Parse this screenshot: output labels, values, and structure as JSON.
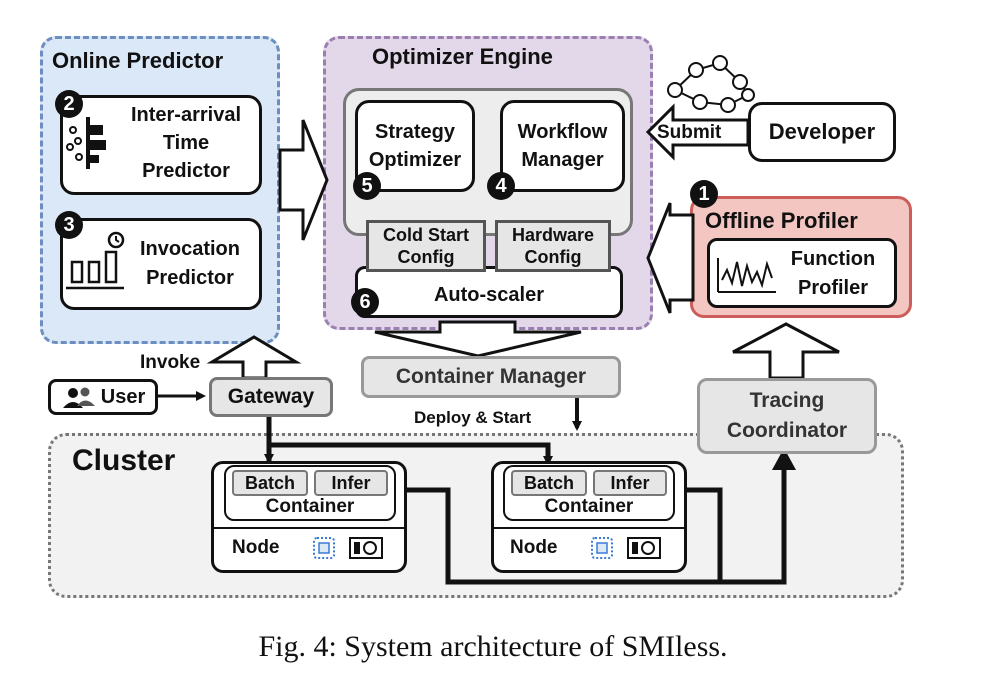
{
  "online_predictor": {
    "title": "Online Predictor",
    "inter_arrival": {
      "line1": "Inter-arrival",
      "line2": "Time",
      "line3": "Predictor"
    },
    "invocation": {
      "line1": "Invocation",
      "line2": "Predictor"
    }
  },
  "optimizer_engine": {
    "title": "Optimizer Engine",
    "strategy": {
      "line1": "Strategy",
      "line2": "Optimizer"
    },
    "workflow": {
      "line1": "Workflow",
      "line2": "Manager"
    },
    "cold_start": {
      "line1": "Cold Start",
      "line2": "Config"
    },
    "hardware": {
      "line1": "Hardware",
      "line2": "Config"
    },
    "autoscaler": "Auto-scaler"
  },
  "developer": "Developer",
  "submit": "Submit",
  "offline_profiler": {
    "title": "Offline Profiler",
    "function": {
      "line1": "Function",
      "line2": "Profiler"
    }
  },
  "invoke": "Invoke",
  "user": "User",
  "gateway": "Gateway",
  "container_manager": "Container Manager",
  "deploy_start": "Deploy & Start",
  "tracing": {
    "line1": "Tracing",
    "line2": "Coordinator"
  },
  "cluster": {
    "title": "Cluster",
    "nodes": [
      {
        "batch": "Batch",
        "infer": "Infer",
        "container": "Container",
        "node": "Node"
      },
      {
        "batch": "Batch",
        "infer": "Infer",
        "container": "Container",
        "node": "Node"
      }
    ]
  },
  "markers": {
    "n1": "1",
    "n2": "2",
    "n3": "3",
    "n4": "4",
    "n5": "5",
    "n6": "6"
  },
  "caption": "Fig. 4: System architecture of SMIless.",
  "colors": {
    "online_bg": "#dbe8f7",
    "online_border": "#6d8fc0",
    "optimizer_bg": "#e3d7ea",
    "optimizer_border": "#9b7fb0",
    "offline_bg": "#f4c6c2",
    "offline_border": "#cc5d5b",
    "cluster_bg": "#f2f2f2",
    "gray_box": "#e6e6e6"
  }
}
